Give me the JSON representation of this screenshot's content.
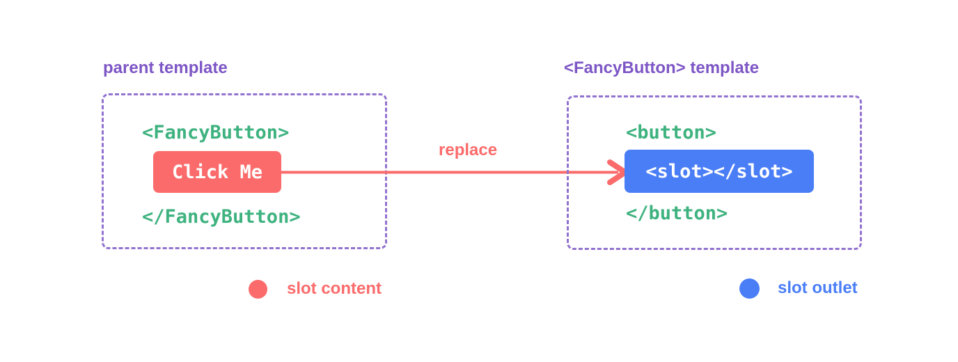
{
  "colors": {
    "background": "#ffffff",
    "label_purple": "#7d56c5",
    "border_purple": "#9272cf",
    "code_green": "#3eb27f",
    "coral_red": "#fb6b6b",
    "blue": "#4a7ef7",
    "chip_text_white": "#ffffff"
  },
  "parent": {
    "title": "parent template",
    "open_tag": "<FancyButton>",
    "slot_content": "Click Me",
    "close_tag": "</FancyButton>"
  },
  "child": {
    "title": "<FancyButton> template",
    "open_tag": "<button>",
    "slot_outlet": "<slot></slot>",
    "close_tag": "</button>"
  },
  "arrow": {
    "label": "replace"
  },
  "legend": [
    {
      "label": "slot content",
      "color": "#fb6b6b",
      "swatch": "red-circle"
    },
    {
      "label": "slot outlet",
      "color": "#4a7ef7",
      "swatch": "blue-circle"
    }
  ]
}
